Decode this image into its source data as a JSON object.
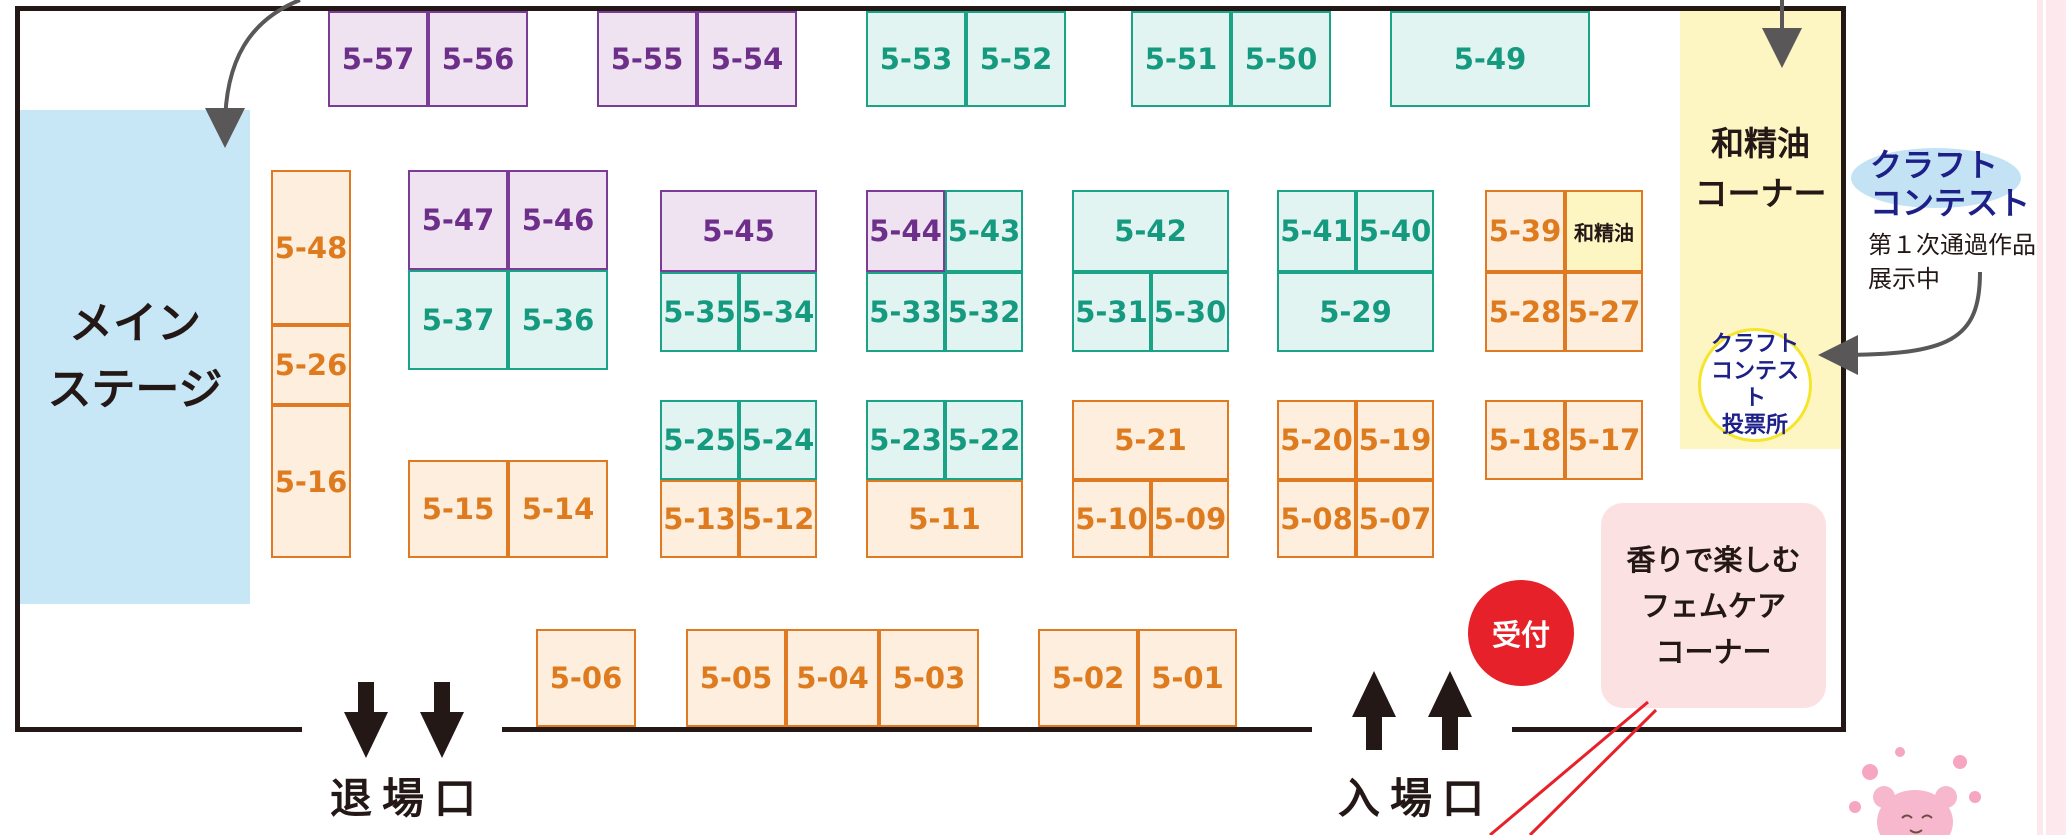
{
  "stage": {
    "lines": [
      "メイン",
      "ステージ"
    ]
  },
  "waseiyu_corner": {
    "lines": [
      "和精油",
      "コーナー"
    ]
  },
  "craft_contest": {
    "title_lines": [
      "クラフト",
      "コンテスト"
    ],
    "note_lines": [
      "第１次通過作品",
      "展示中"
    ],
    "vote_lines": [
      "クラフト",
      "コンテスト",
      "投票所"
    ]
  },
  "reception": "受付",
  "femcare_corner": {
    "lines": [
      "香りで楽しむ",
      "フェムケア",
      "コーナー"
    ]
  },
  "exit_label": "退場口",
  "entrance_label": "入場口",
  "colors": {
    "orange": "#e07a22",
    "green": "#1aa386",
    "purple": "#7a3c95",
    "stage": "#c7e7f7",
    "waseiyu": "#fdf6c3",
    "reception": "#e72129",
    "femcare": "#fce1e3",
    "contest": "#1d2088"
  },
  "booths": [
    {
      "id": "5-57",
      "color": "purple"
    },
    {
      "id": "5-56",
      "color": "purple"
    },
    {
      "id": "5-55",
      "color": "purple"
    },
    {
      "id": "5-54",
      "color": "purple"
    },
    {
      "id": "5-53",
      "color": "green"
    },
    {
      "id": "5-52",
      "color": "green"
    },
    {
      "id": "5-51",
      "color": "green"
    },
    {
      "id": "5-50",
      "color": "green"
    },
    {
      "id": "5-49",
      "color": "green"
    },
    {
      "id": "5-48",
      "color": "orange"
    },
    {
      "id": "5-26",
      "color": "orange"
    },
    {
      "id": "5-16",
      "color": "orange"
    },
    {
      "id": "5-47",
      "color": "purple"
    },
    {
      "id": "5-46",
      "color": "purple"
    },
    {
      "id": "5-37",
      "color": "green"
    },
    {
      "id": "5-36",
      "color": "green"
    },
    {
      "id": "5-45",
      "color": "purple"
    },
    {
      "id": "5-35",
      "color": "green"
    },
    {
      "id": "5-34",
      "color": "green"
    },
    {
      "id": "5-44",
      "color": "purple"
    },
    {
      "id": "5-43",
      "color": "green"
    },
    {
      "id": "5-33",
      "color": "green"
    },
    {
      "id": "5-32",
      "color": "green"
    },
    {
      "id": "5-42",
      "color": "green"
    },
    {
      "id": "5-31",
      "color": "green"
    },
    {
      "id": "5-30",
      "color": "green"
    },
    {
      "id": "5-41",
      "color": "green"
    },
    {
      "id": "5-40",
      "color": "green"
    },
    {
      "id": "5-29",
      "color": "green"
    },
    {
      "id": "5-39",
      "color": "orange"
    },
    {
      "id": "和精油",
      "color": "yellow"
    },
    {
      "id": "5-28",
      "color": "orange"
    },
    {
      "id": "5-27",
      "color": "orange"
    },
    {
      "id": "5-25",
      "color": "green"
    },
    {
      "id": "5-24",
      "color": "green"
    },
    {
      "id": "5-23",
      "color": "green"
    },
    {
      "id": "5-22",
      "color": "green"
    },
    {
      "id": "5-21",
      "color": "orange"
    },
    {
      "id": "5-20",
      "color": "orange"
    },
    {
      "id": "5-19",
      "color": "orange"
    },
    {
      "id": "5-18",
      "color": "orange"
    },
    {
      "id": "5-17",
      "color": "orange"
    },
    {
      "id": "5-15",
      "color": "orange"
    },
    {
      "id": "5-14",
      "color": "orange"
    },
    {
      "id": "5-13",
      "color": "orange"
    },
    {
      "id": "5-12",
      "color": "orange"
    },
    {
      "id": "5-11",
      "color": "orange"
    },
    {
      "id": "5-10",
      "color": "orange"
    },
    {
      "id": "5-09",
      "color": "orange"
    },
    {
      "id": "5-08",
      "color": "orange"
    },
    {
      "id": "5-07",
      "color": "orange"
    },
    {
      "id": "5-06",
      "color": "orange"
    },
    {
      "id": "5-05",
      "color": "orange"
    },
    {
      "id": "5-04",
      "color": "orange"
    },
    {
      "id": "5-03",
      "color": "orange"
    },
    {
      "id": "5-02",
      "color": "orange"
    },
    {
      "id": "5-01",
      "color": "orange"
    }
  ]
}
